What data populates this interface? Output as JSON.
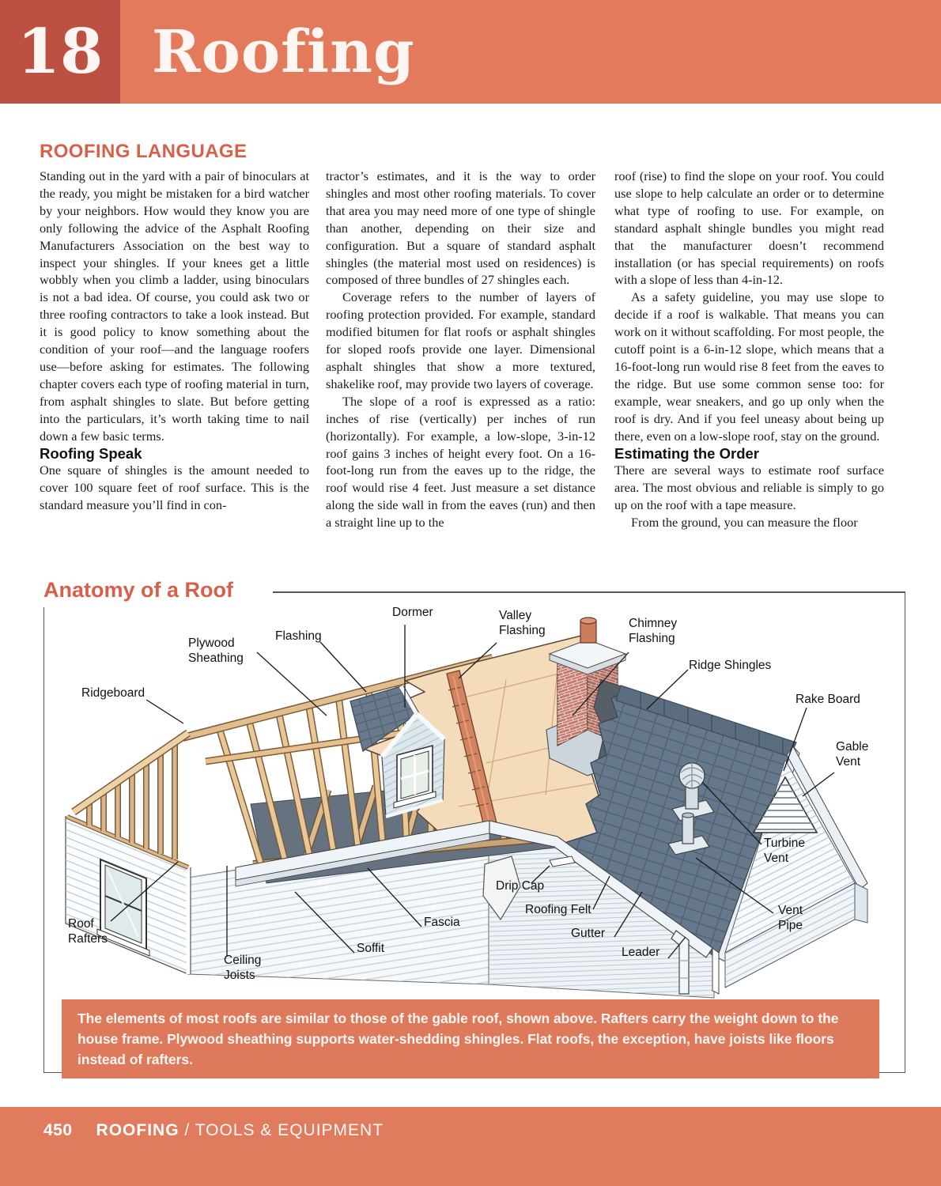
{
  "header": {
    "chapter_number": "18",
    "chapter_title": "Roofing"
  },
  "article": {
    "section_heading": "ROOFING LANGUAGE",
    "col1": {
      "p1": "Standing out in the yard with a pair of binoculars at the ready, you might be mistaken for a bird watcher by your neighbors. How would they know you are only following the advice of the Asphalt Roofing Manufacturers Association on the best way to inspect your shingles. If your knees get a little wobbly when you climb a ladder, using binoculars is not a bad idea. Of course, you could ask two or three roofing contractors to take a look instead. But it is good policy to know something about the condition of your roof—and the language roofers use—before asking for estimates. The following chapter covers each type of roofing material in turn, from asphalt shingles to slate. But before getting into the particulars, it’s worth taking time to nail down a few basic terms.",
      "subhead": "Roofing Speak",
      "p2": "One square of shingles is the amount needed to cover 100 square feet of roof surface. This is the standard measure you’ll find in con-"
    },
    "col2": {
      "p1": "tractor’s estimates, and it is the way to order shingles and most other roofing materials. To cover that area you may need more of one type of shingle than another, depending on their size and configuration. But a square of standard asphalt shingles (the material most used on residences) is composed of three bundles of 27 shingles each.",
      "p2": "Coverage refers to the number of layers of roofing protection provided. For example, standard modified bitumen for flat roofs or asphalt shingles for sloped roofs provide one layer. Dimensional asphalt shingles that show a more textured, shakelike roof, may provide two layers of coverage.",
      "p3": "The slope of a roof is expressed as a ratio: inches of rise (vertically) per inches of run (horizontally). For example, a low-slope, 3-in-12 roof gains 3 inches of height every foot. On a 16-foot-long run from the eaves up to the ridge, the roof would rise 4 feet. Just measure a set distance along the side wall in from the eaves (run) and then a straight line up to the"
    },
    "col3": {
      "p1": "roof (rise) to find the slope on your roof. You could use slope to help calculate an order or to determine what type of roofing to use. For example, on standard asphalt shingle bundles you might read that the manufacturer doesn’t recommend installation (or has special requirements) on roofs with a slope of less than 4-in-12.",
      "p2": "As a safety guideline, you may use slope to decide if a roof is walkable. That means you can work on it without scaffolding. For most people, the cutoff point is a 6-in-12 slope, which means that a 16-foot-long run would rise 8 feet from the eaves to the ridge. But use some common sense too: for example, wear sneakers, and go up only when the roof is dry. And if you feel uneasy about being up there, even on a low-slope roof, stay on the ground.",
      "subhead": "Estimating the Order",
      "p3": "There are several ways to estimate roof surface area. The most obvious and reliable is simply to go up on the roof with a tape measure.",
      "p4": "From the ground, you can measure the floor"
    }
  },
  "figure": {
    "title": "Anatomy of a Roof",
    "labels": [
      {
        "name": "ridgeboard",
        "text": "Ridgeboard"
      },
      {
        "name": "plywood-sheathing",
        "text": "Plywood\nSheathing"
      },
      {
        "name": "flashing",
        "text": "Flashing"
      },
      {
        "name": "dormer",
        "text": "Dormer"
      },
      {
        "name": "valley-flashing",
        "text": "Valley\nFlashing"
      },
      {
        "name": "chimney-flashing",
        "text": "Chimney\nFlashing"
      },
      {
        "name": "ridge-shingles",
        "text": "Ridge Shingles"
      },
      {
        "name": "rake-board",
        "text": "Rake Board"
      },
      {
        "name": "gable-vent",
        "text": "Gable\nVent"
      },
      {
        "name": "turbine-vent",
        "text": "Turbine\nVent"
      },
      {
        "name": "vent-pipe",
        "text": "Vent\nPipe"
      },
      {
        "name": "drip-cap",
        "text": "Drip Cap"
      },
      {
        "name": "roofing-felt",
        "text": "Roofing Felt"
      },
      {
        "name": "gutter",
        "text": "Gutter"
      },
      {
        "name": "leader",
        "text": "Leader"
      },
      {
        "name": "fascia",
        "text": "Fascia"
      },
      {
        "name": "soffit",
        "text": "Soffit"
      },
      {
        "name": "ceiling-joists",
        "text": "Ceiling\nJoists"
      },
      {
        "name": "roof-rafters",
        "text": "Roof\nRafters"
      }
    ],
    "caption": "The elements of most roofs are similar to those of the gable roof, shown above. Rafters carry the weight down to the house frame. Plywood sheathing supports water-shedding shingles. Flat roofs, the exception, have joists like floors instead of rafters."
  },
  "footer": {
    "page_number": "450",
    "book_section": "ROOFING",
    "separator": "/",
    "chapter_section": "TOOLS & EQUIPMENT"
  },
  "colors": {
    "chapter_box": "#bc5143",
    "banner": "#e27a5b",
    "heading": "#d8604b",
    "caption_bg": "#de795b",
    "footer_bg": "#e07b5e",
    "sheathing": "#f4dcba",
    "shingles": "#66798c",
    "valley_tiles": "#d2845f"
  }
}
